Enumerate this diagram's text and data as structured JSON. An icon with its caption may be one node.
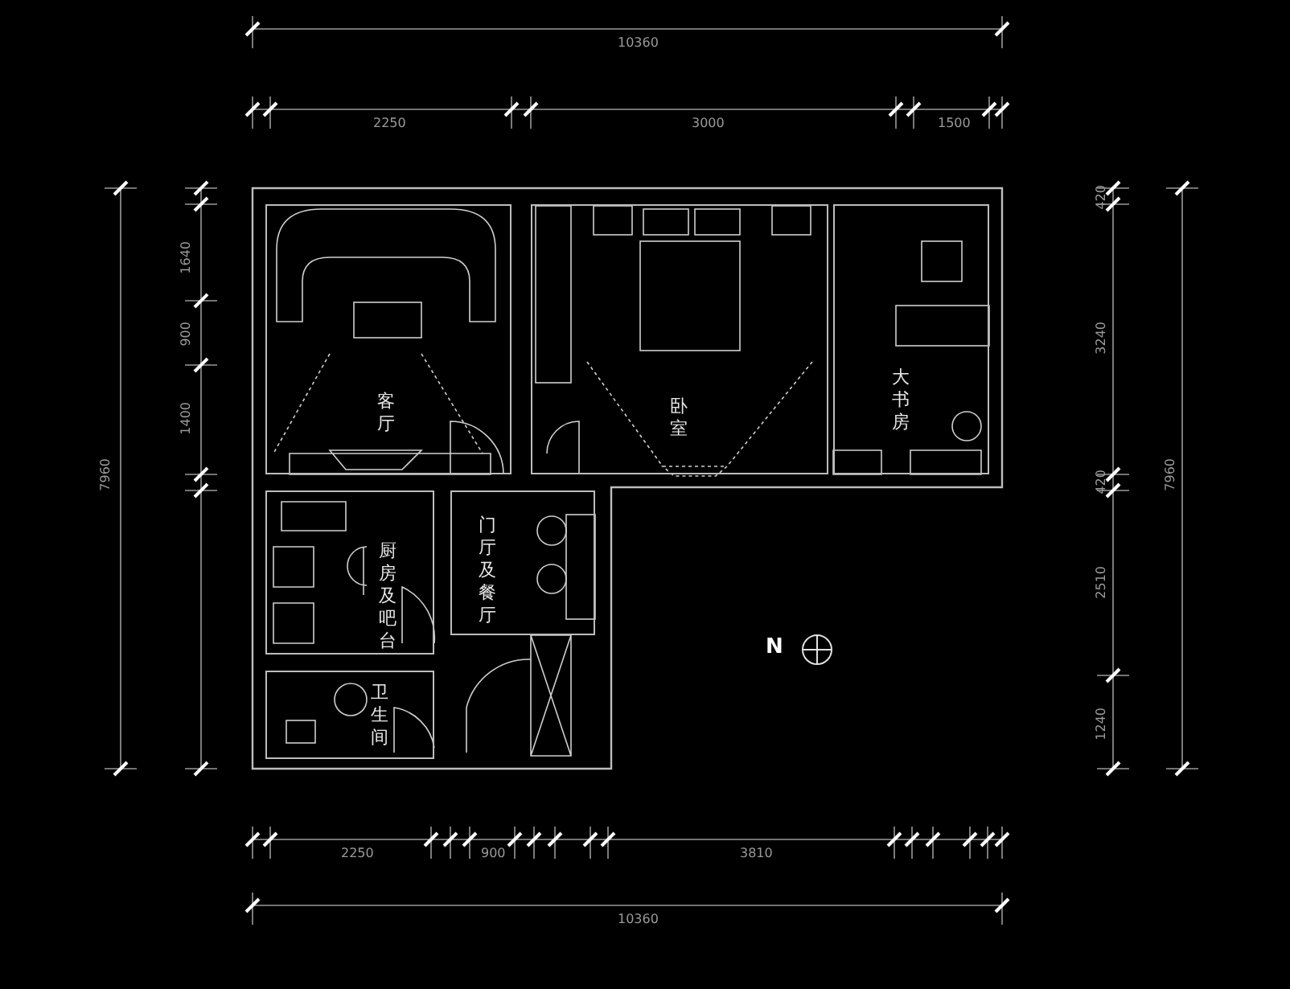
{
  "diagram": {
    "nodes": [
      {
        "text": [
          "客厅"
        ]
      },
      {
        "text": [
          "卧室"
        ]
      },
      {
        "text": [
          "大书房"
        ]
      },
      {
        "text": [
          "厨房及吧台"
        ]
      },
      {
        "text": [
          "门厅及餐厅"
        ]
      },
      {
        "text": [
          "卫生间"
        ]
      }
    ],
    "labels": [
      "10360",
      "2250",
      "3000",
      "1500",
      "2250",
      "900",
      "3810",
      "10360",
      "1640",
      "900",
      "1400",
      "7960",
      "420",
      "3240",
      "420",
      "2510",
      "1240",
      "7960",
      "N"
    ]
  }
}
